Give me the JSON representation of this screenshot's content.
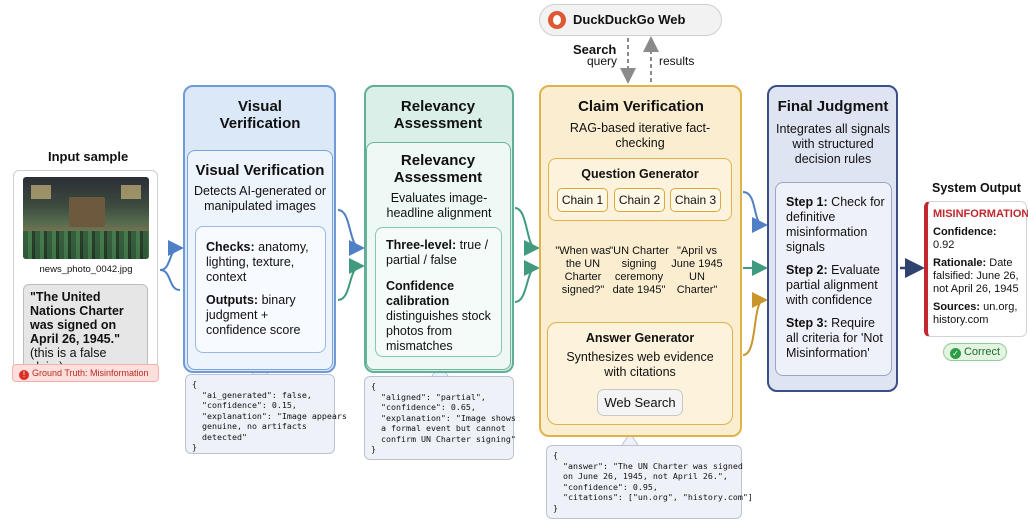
{
  "search": {
    "label": "DuckDuckGo Web Search",
    "query_label": "query",
    "results_label": "results"
  },
  "input": {
    "heading": "Input sample",
    "filename": "news_photo_0042.jpg",
    "claim_line1": "\"The United Nations Charter was signed on April 26, 1945.\"",
    "claim_line2": "(this is a false claim)",
    "ground_truth": "Ground Truth: Misinformation"
  },
  "visual": {
    "header": "Visual Verification",
    "inner_title": "Visual Verification",
    "desc": "Detects AI-generated or manipulated images",
    "checks_label": "Checks:",
    "checks_text": "anatomy, lighting, texture, context",
    "outputs_label": "Outputs:",
    "outputs_text": "binary judgment + confidence score",
    "json_lines": [
      "{",
      "  \"ai_generated\": false,",
      "  \"confidence\": 0.15,",
      "  \"explanation\": \"Image appears",
      "  genuine, no artifacts",
      "  detected\"",
      "}"
    ]
  },
  "relevancy": {
    "header": "Relevancy Assessment",
    "inner_title": "Relevancy Assessment",
    "desc": "Evaluates image-headline alignment",
    "three_label": "Three-level:",
    "three_text": "true / partial / false",
    "conf_label": "Confidence calibration",
    "conf_text": "distinguishes stock photos from mismatches",
    "json_lines": [
      "{",
      "  \"aligned\": \"partial\",",
      "  \"confidence\": 0.65,",
      "  \"explanation\": \"Image shows",
      "  a formal event but cannot",
      "  confirm UN Charter signing\"",
      "}"
    ]
  },
  "claim": {
    "header": "Claim Verification",
    "subtitle": "RAG-based iterative fact-checking",
    "qg_title": "Question Generator",
    "chains": [
      "Chain 1",
      "Chain 2",
      "Chain 3"
    ],
    "questions": [
      "\"When was the UN Charter signed?\"",
      "\"UN Charter signing ceremony date 1945\"",
      "\"April vs June 1945 UN Charter\""
    ],
    "ag_title": "Answer Generator",
    "ag_desc": "Synthesizes web evidence with citations",
    "web_search": "Web Search",
    "json_lines": [
      "{",
      "  \"answer\": \"The UN Charter was signed",
      "  on June 26, 1945, not April 26.\",",
      "  \"confidence\": 0.95,",
      "  \"citations\": [\"un.org\", \"history.com\"]",
      "}"
    ]
  },
  "final": {
    "header": "Final Judgment",
    "desc": "Integrates all signals with structured decision rules",
    "step1_label": "Step 1:",
    "step1_text": "Check for definitive misinformation signals",
    "step2_label": "Step 2:",
    "step2_text": "Evaluate partial alignment with confidence",
    "step3_label": "Step 3:",
    "step3_text": "Require all criteria for 'Not Misinformation'"
  },
  "output": {
    "heading": "System Output",
    "verdict": "MISINFORMATION",
    "confidence_label": "Confidence:",
    "confidence_value": "0.92",
    "rationale_label": "Rationale:",
    "rationale_text": "Date falsified: June 26, not April 26, 1945",
    "sources_label": "Sources:",
    "sources_text": "un.org, history.com",
    "correct_label": "Correct"
  },
  "colors": {
    "visual": "#6f9ad6",
    "relevancy": "#5fae95",
    "claim": "#e0b24a",
    "final": "#3a4f86",
    "misinfo": "#c0282d",
    "correct": "#2e9e45"
  }
}
